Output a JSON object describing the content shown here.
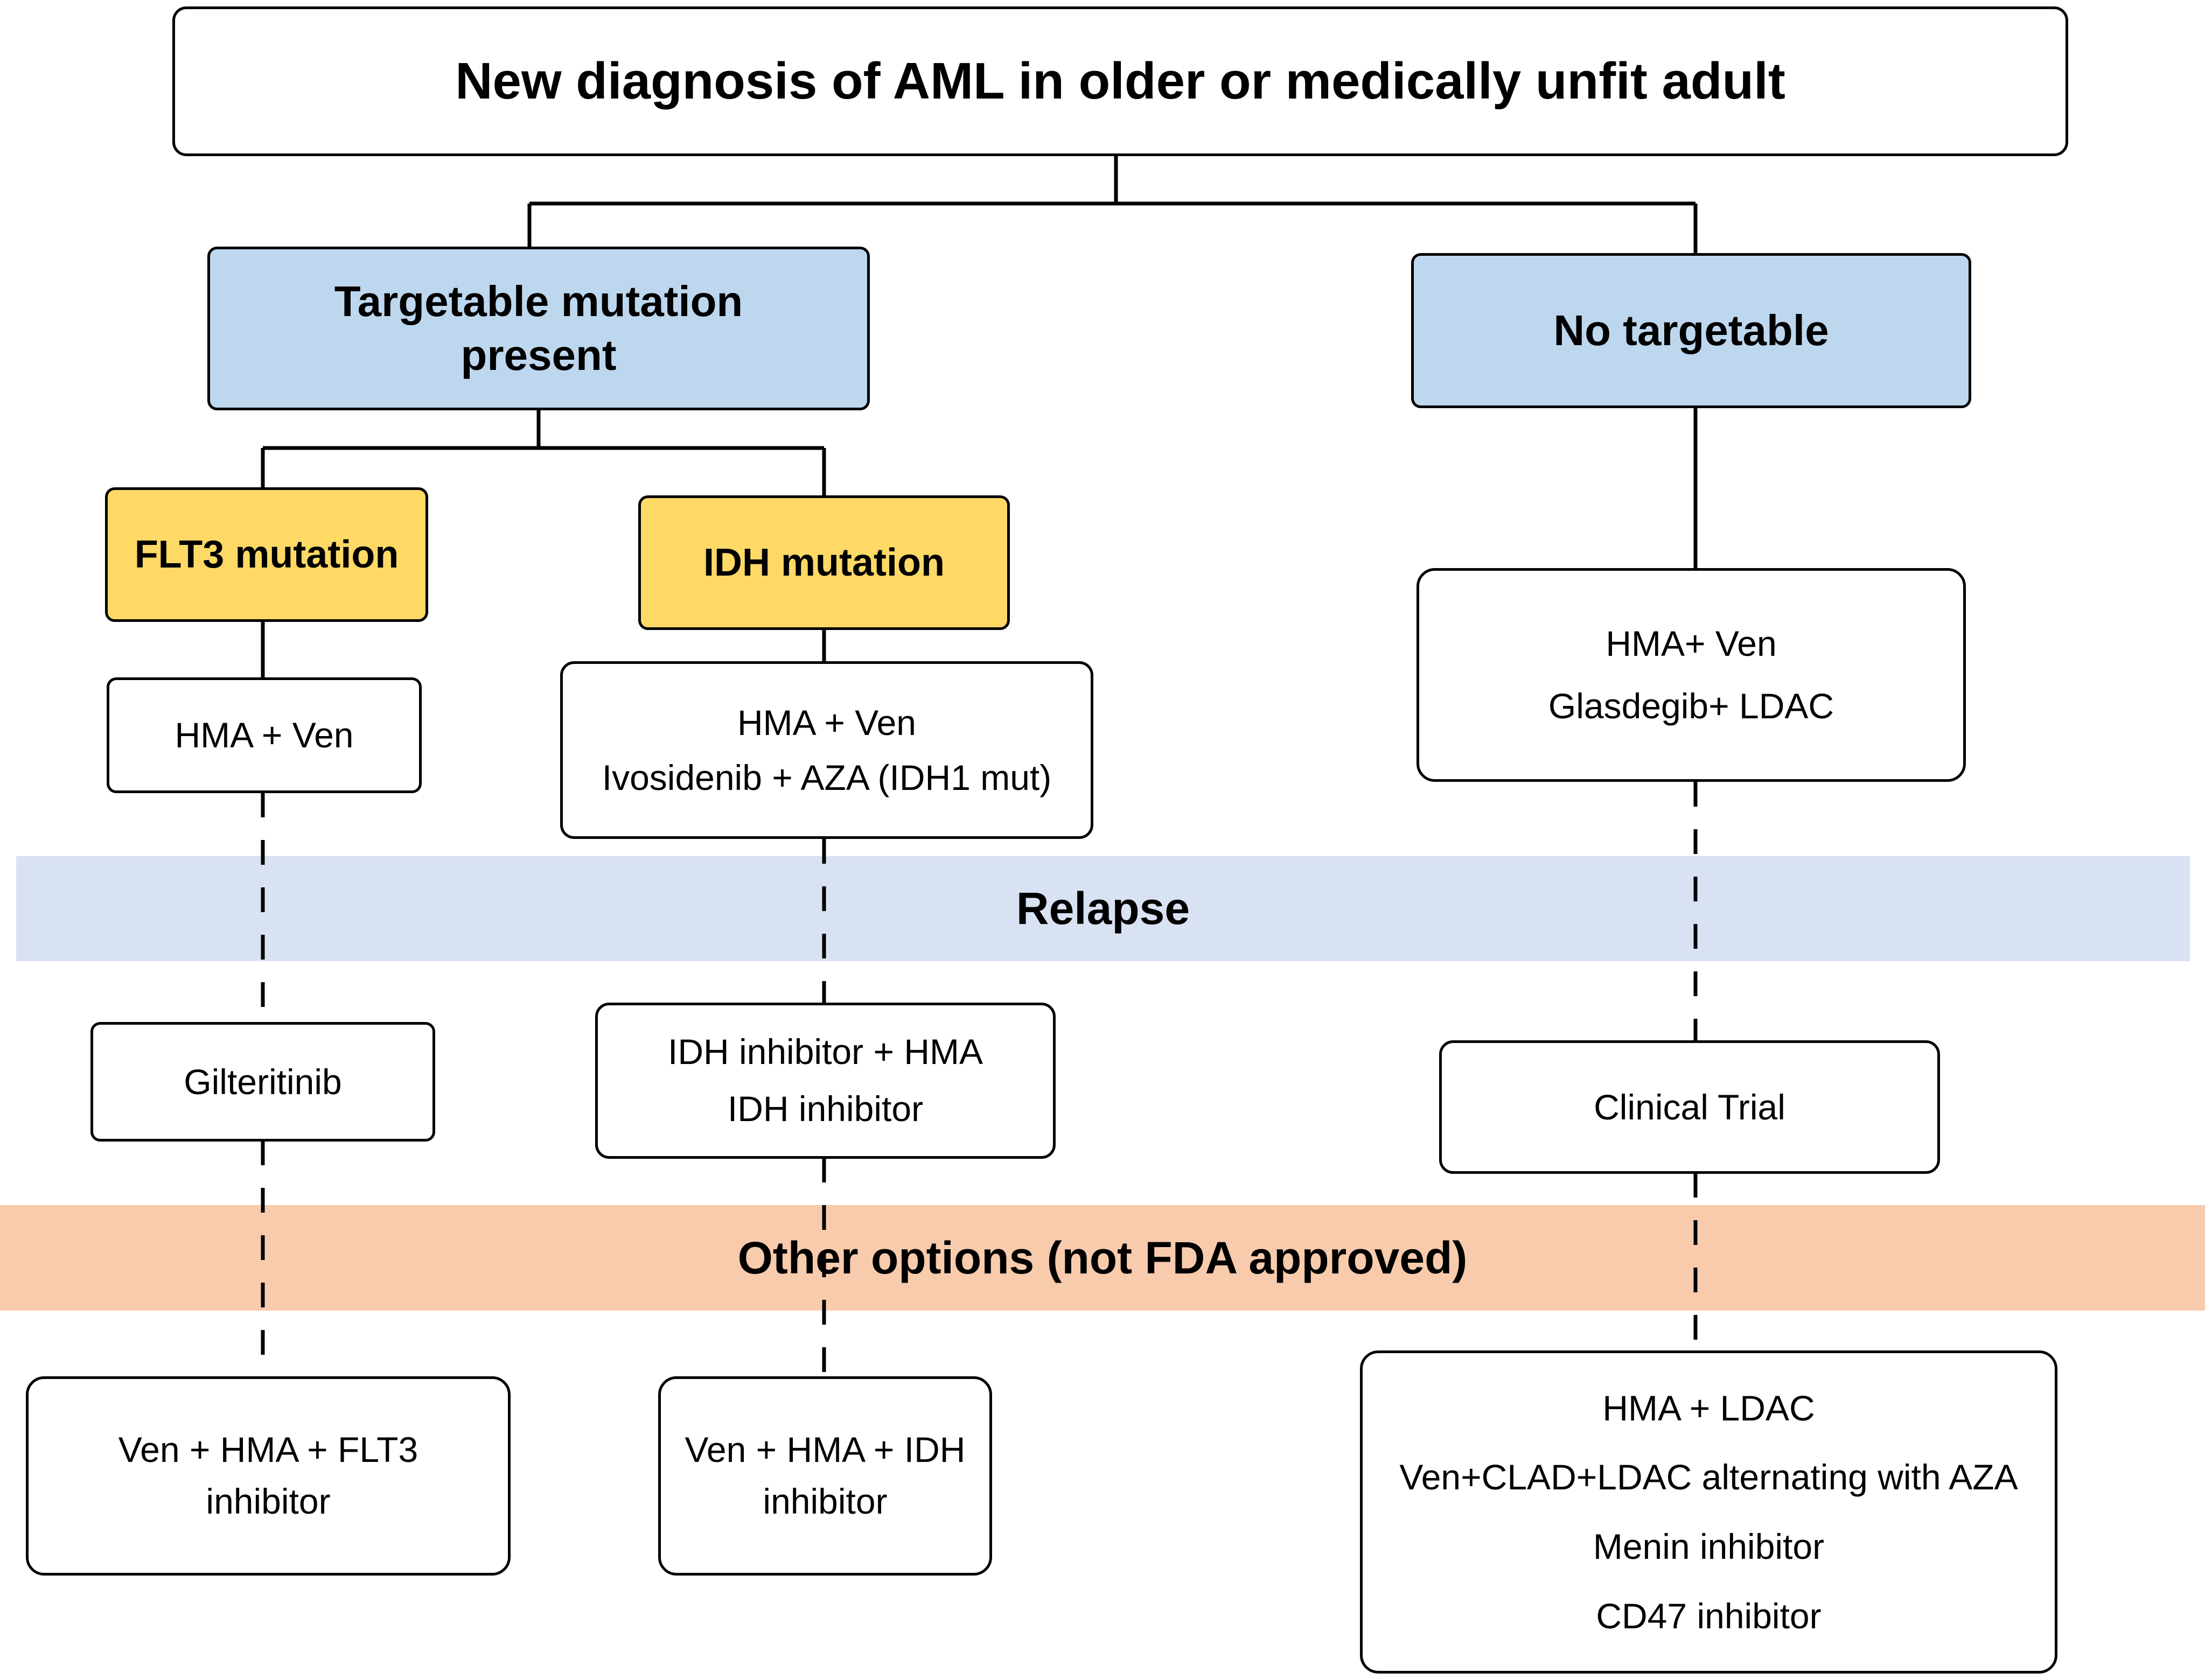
{
  "diagram": {
    "title": "New diagnosis of AML in older or medically unfit adult",
    "colors": {
      "decision_blue": "#bdd7ee",
      "mutation_yellow": "#ffd966",
      "relapse_band": "#d9e2f3",
      "other_options_band": "#f8cbad",
      "border": "#000000",
      "background": "#ffffff"
    },
    "bands": {
      "relapse": "Relapse",
      "other_options": "Other options (not FDA approved)"
    },
    "nodes": {
      "root": {
        "line1": "New diagnosis of AML in older or medically unfit adult"
      },
      "targetable": {
        "line1": "Targetable mutation",
        "line2": "present"
      },
      "no_targetable": {
        "line1": "No targetable"
      },
      "flt3": {
        "line1": "FLT3 mutation"
      },
      "idh": {
        "line1": "IDH mutation"
      },
      "flt3_first": {
        "line1": "HMA + Ven"
      },
      "idh_first": {
        "line1": "HMA + Ven",
        "line2": "Ivosidenib + AZA (IDH1 mut)"
      },
      "no_target_first": {
        "line1": "HMA+ Ven",
        "line2": "Glasdegib+ LDAC"
      },
      "flt3_relapse": {
        "line1": "Gilteritinib"
      },
      "idh_relapse": {
        "line1": "IDH inhibitor + HMA",
        "line2": "IDH inhibitor"
      },
      "no_target_relapse": {
        "line1": "Clinical Trial"
      },
      "flt3_other": {
        "line1": "Ven + HMA + FLT3",
        "line2": "inhibitor"
      },
      "idh_other": {
        "line1": "Ven + HMA + IDH",
        "line2": "inhibitor"
      },
      "no_target_other": {
        "line1": "HMA + LDAC",
        "line2": "Ven+CLAD+LDAC alternating with AZA",
        "line3": "Menin inhibitor",
        "line4": "CD47 inhibitor"
      }
    }
  }
}
